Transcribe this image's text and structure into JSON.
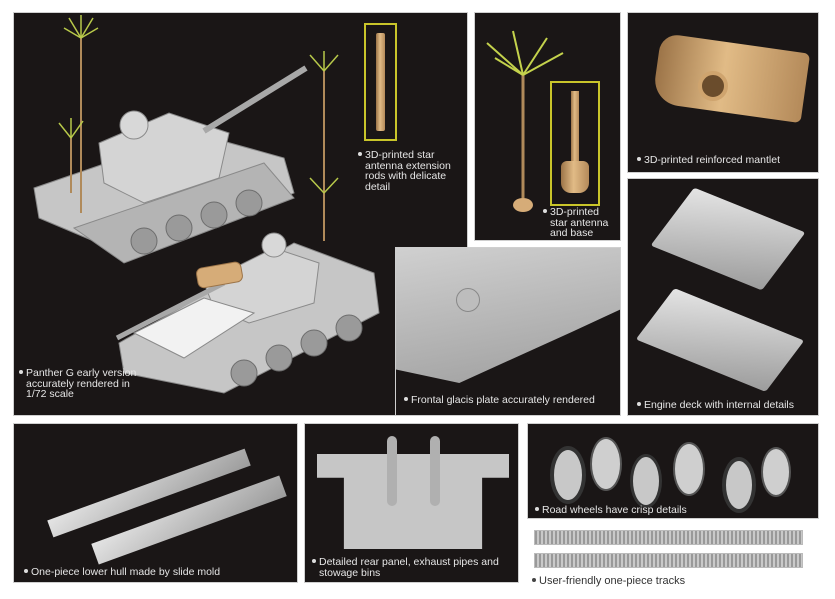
{
  "panels": {
    "main": {
      "caption": "Panther G early version accurately rendered in 1/72 scale",
      "caption_lines": [
        "Panther G early version",
        "accurately rendered in",
        "1/72 scale"
      ],
      "inset_caption_lines": [
        "3D-printed star",
        "antenna extension",
        "rods with delicate",
        "detail"
      ]
    },
    "antenna": {
      "caption_lines": [
        "3D-printed",
        "star antenna",
        "and base"
      ]
    },
    "mantlet": {
      "caption": "3D-printed reinforced mantlet"
    },
    "glacis": {
      "caption": "Frontal glacis plate accurately rendered"
    },
    "engine_deck": {
      "caption": "Engine deck with internal details"
    },
    "lower_hull": {
      "caption": "One-piece lower hull made by slide mold"
    },
    "rear_panel": {
      "caption_lines": [
        "Detailed rear panel, exhaust pipes and",
        "stowage bins"
      ]
    },
    "road_wheels": {
      "caption": "Road wheels have crisp details"
    },
    "tracks": {
      "caption": "User-friendly one-piece tracks"
    }
  },
  "colors": {
    "panel_bg": "#1a1616",
    "highlight_box": "#c9c52a",
    "antenna_green": "#b8c94a",
    "bronze_part": "#d6ac78",
    "model_gray": "#c8c8c8"
  }
}
